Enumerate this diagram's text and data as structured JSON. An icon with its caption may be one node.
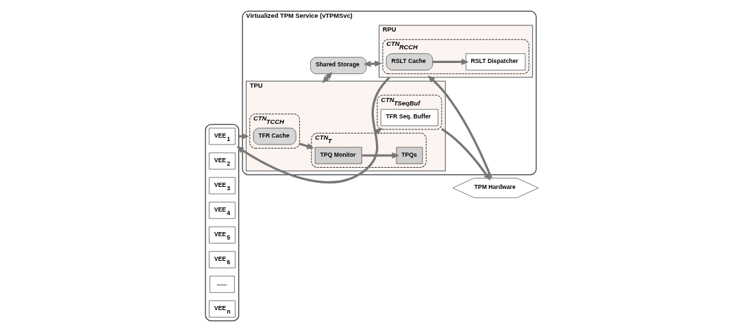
{
  "diagram": {
    "nodes": [
      {
        "text": [],
        "shape": "box"
      },
      {
        "text": [
          "VEE$_{1}$"
        ],
        "in": 0
      },
      {
        "text": [
          "VEE$_{2}$"
        ],
        "in": 0
      },
      {
        "text": [
          "VEE$_{3}$"
        ],
        "in": 0
      },
      {
        "text": [
          "VEE$_{4}$"
        ],
        "in": 0
      },
      {
        "text": [
          "VEE$_{5}$"
        ],
        "in": 0
      },
      {
        "text": [
          "VEE$_{6}$"
        ],
        "in": 0
      },
      {
        "text": [
          "......"
        ],
        "in": 0
      },
      {
        "text": [
          "VEE$_{n}$"
        ],
        "in": 0
      },
      {
        "text": [
          "Virtualized TPM Service (vTPMSvc)"
        ]
      },
      {
        "text": [
          "TPU"
        ],
        "in": 9
      },
      {
        "text": [
          "CTN$_{TCCH}$"
        ],
        "in": 10
      },
      {
        "text": [
          "TFR Cache"
        ],
        "in": 11
      },
      {
        "text": [
          "CTN$_{T}$"
        ],
        "in": 10
      },
      {
        "text": [
          "TPQ Monitor"
        ],
        "in": 13
      },
      {
        "text": [
          "TPQs"
        ],
        "in": 13
      },
      {
        "text": [
          "CTN$_{TSeqBuf}$"
        ],
        "in": 10
      },
      {
        "text": [
          "TFR Seq. Buffer"
        ],
        "in": 16
      },
      {
        "text": [
          "Shared Storage"
        ],
        "in": 9
      },
      {
        "text": [
          "RPU"
        ],
        "in": 9
      },
      {
        "text": [
          "CTN$_{RCCH}$"
        ],
        "in": 19
      },
      {
        "text": [
          "RSLT Cache"
        ],
        "in": 20
      },
      {
        "text": [
          "RSLT Dispatcher"
        ],
        "in": 20
      },
      {
        "text": [
          "TPM Hardware"
        ]
      }
    ],
    "edges": [
      {
        "from": 0,
        "to": 10,
        "arrow": "to"
      },
      {
        "from": 11,
        "to": 13,
        "arrow": "to"
      },
      {
        "from": 14,
        "to": 15,
        "arrow": "to"
      },
      {
        "from": 13,
        "to": 16,
        "arrow": "to"
      },
      {
        "from": 16,
        "to": 23,
        "arrow": "to"
      },
      {
        "from": 10,
        "to": 18,
        "arrow": "both"
      },
      {
        "from": 18,
        "to": 19,
        "arrow": "both"
      },
      {
        "from": 23,
        "to": 19,
        "arrow": "to"
      },
      {
        "from": 21,
        "to": 22,
        "arrow": "to"
      },
      {
        "from": 19,
        "to": 0,
        "arrow": "to"
      }
    ]
  }
}
